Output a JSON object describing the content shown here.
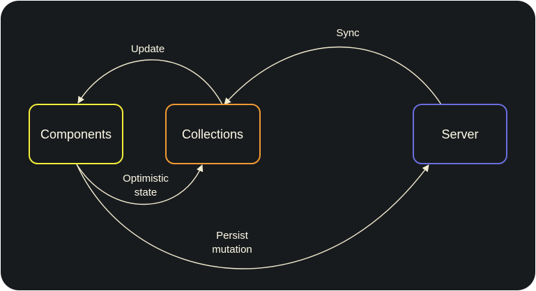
{
  "nodes": {
    "components": {
      "label": "Components",
      "color": "#f4ef3a"
    },
    "collections": {
      "label": "Collections",
      "color": "#f29a34"
    },
    "server": {
      "label": "Server",
      "color": "#6a6fe0"
    }
  },
  "edges": {
    "update": {
      "label": "Update",
      "from": "Collections",
      "to": "Components"
    },
    "sync": {
      "label": "Sync",
      "from": "Server",
      "to": "Collections"
    },
    "optimistic": {
      "label_line1": "Optimistic",
      "label_line2": "state",
      "from": "Components",
      "to": "Collections"
    },
    "persist": {
      "label_line1": "Persist",
      "label_line2": "mutation",
      "from": "Components",
      "to": "Server"
    }
  },
  "colors": {
    "background": "#181b1e",
    "edge": "#f2ecd0",
    "text": "#fdf8e6"
  }
}
